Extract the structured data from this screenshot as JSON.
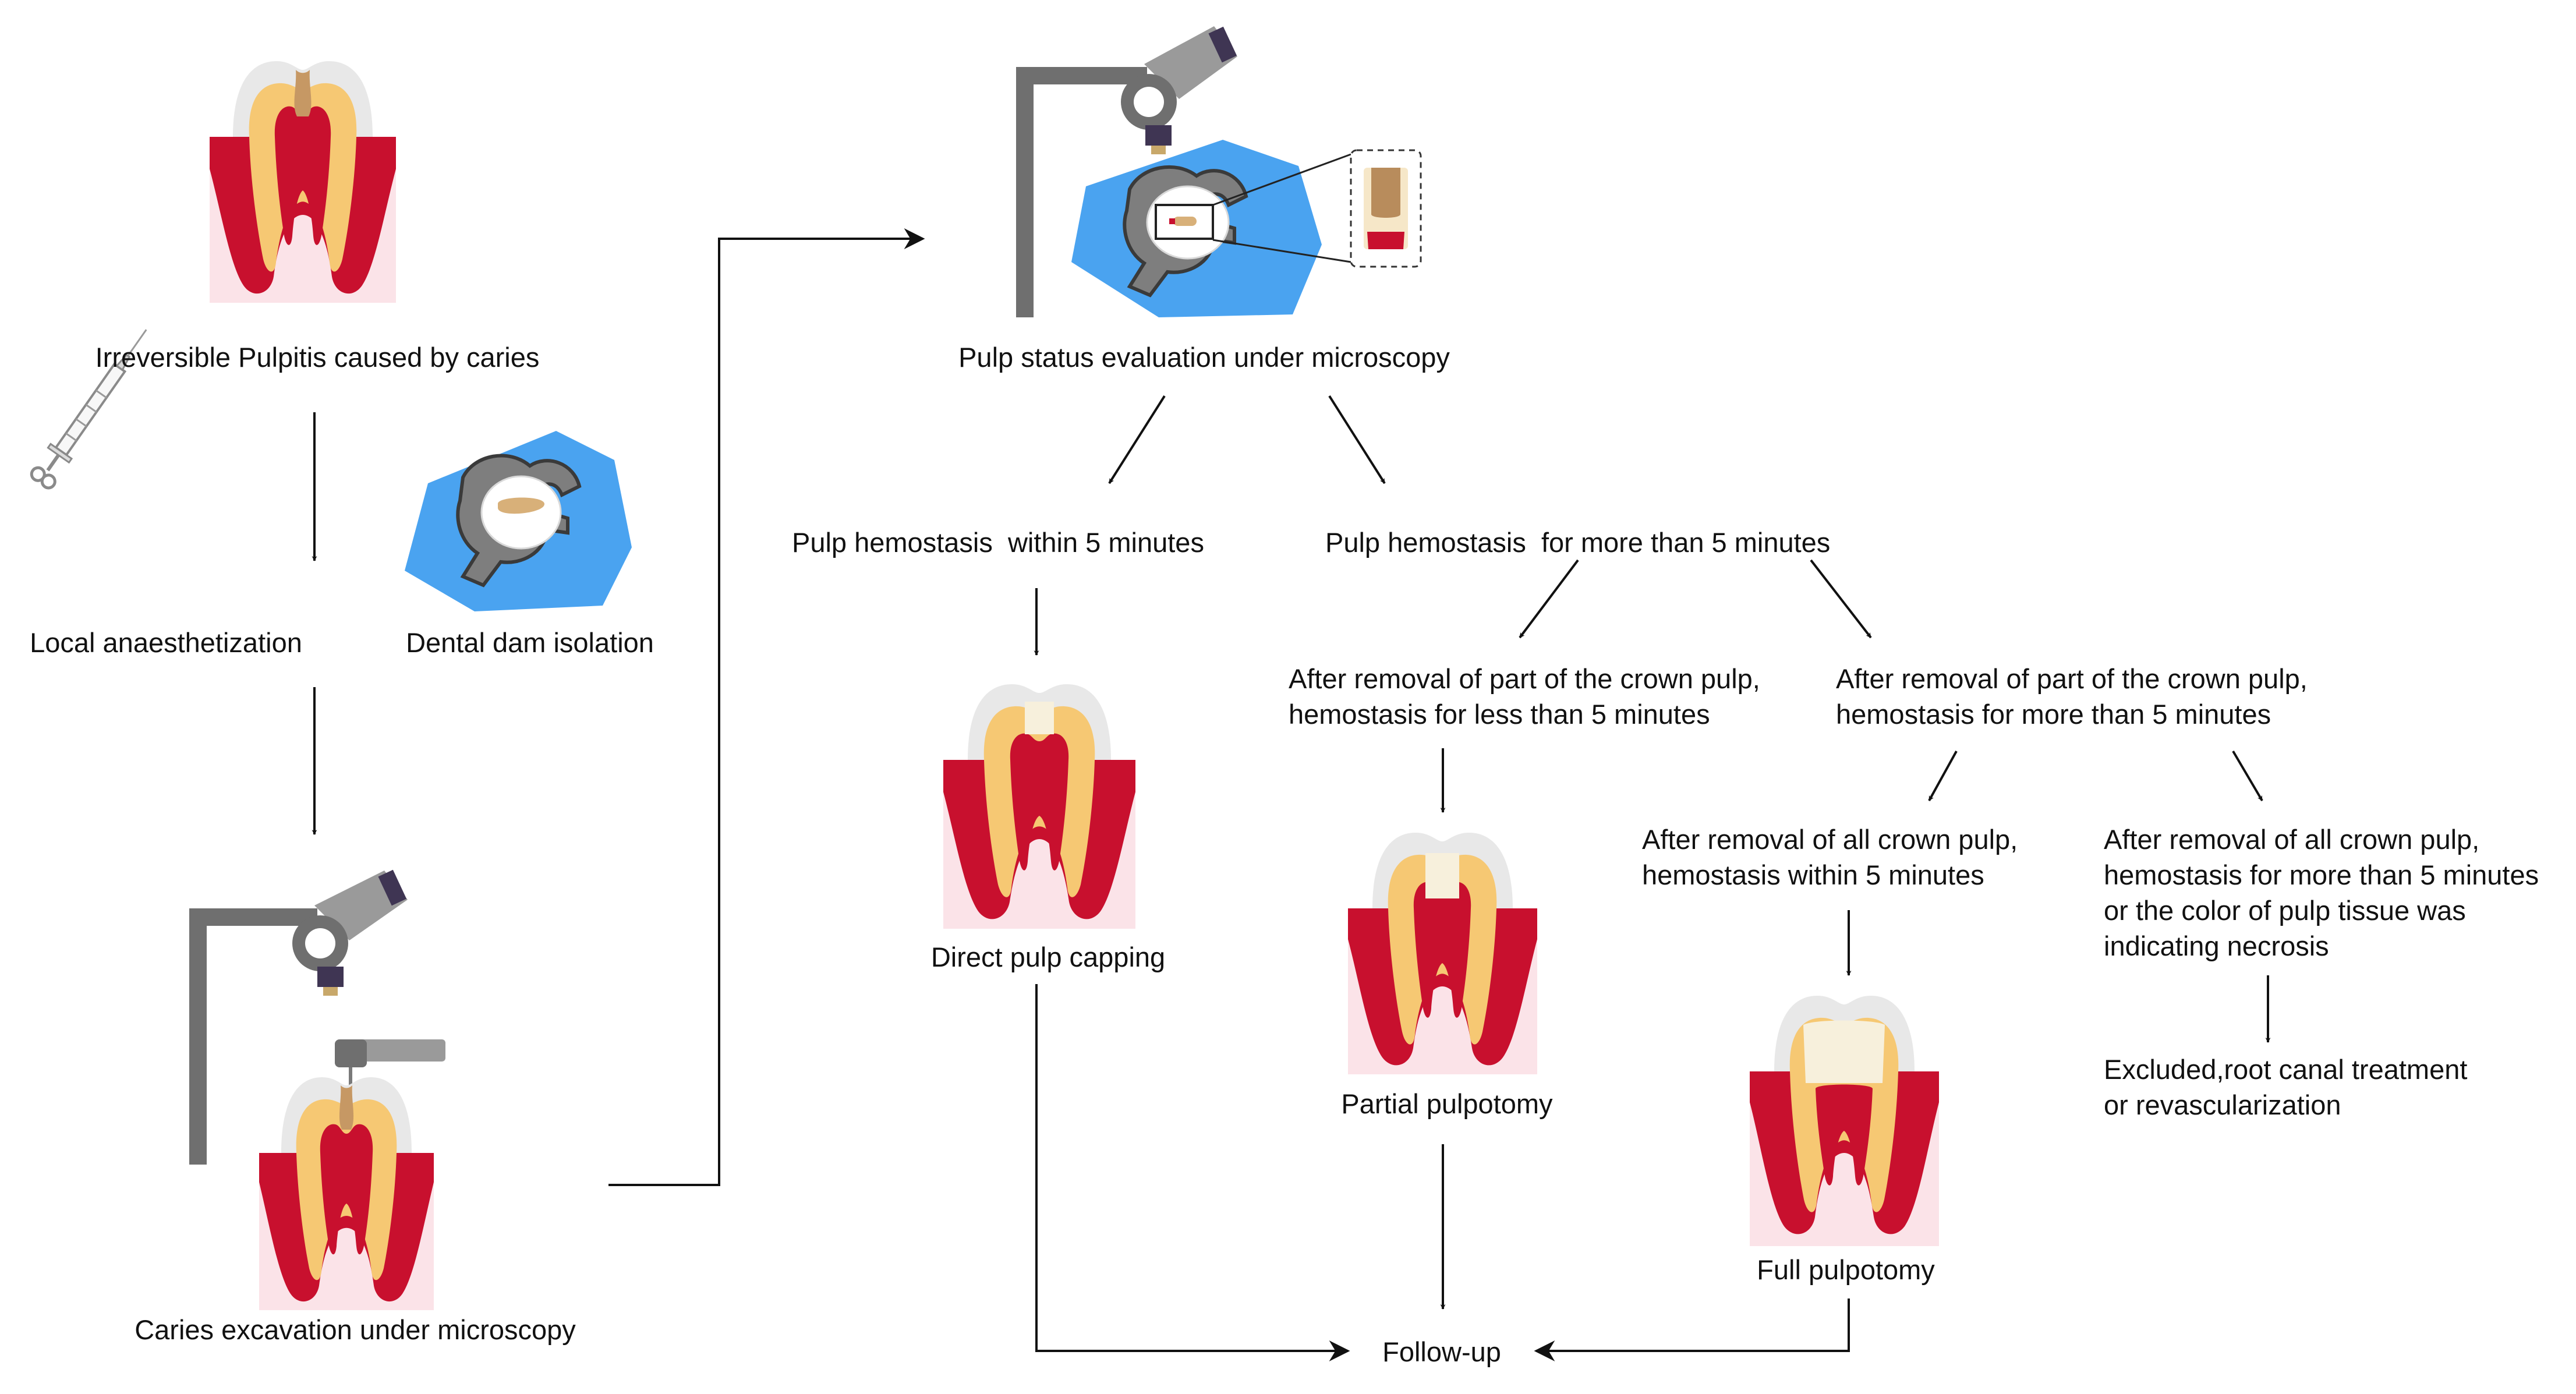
{
  "colors": {
    "gum": "#fbe3e8",
    "root_red": "#c8102e",
    "dentin": "#f6c873",
    "enamel": "#e8e8e8",
    "dam_blue": "#4aa3f0",
    "clamp_gray": "#7e7e7e",
    "microscope_gray": "#6f6f6f",
    "microscope_purple": "#3f3553",
    "caries_brown": "#b88c5c"
  },
  "labels": {
    "irreversible": "Irreversible Pulpitis caused by caries",
    "local_anaesthetization": "Local anaesthetization",
    "dental_dam": "Dental dam isolation",
    "caries_excavation": "Caries excavation under microscopy",
    "pulp_status": "Pulp status evaluation under microscopy",
    "hemostasis_within": "Pulp hemostasis  within 5 minutes",
    "hemostasis_more": "Pulp hemostasis  for more than 5 minutes",
    "direct_capping": "Direct pulp capping",
    "partial_removal_less": [
      "After removal of part of the crown pulp,",
      "hemostasis for less than 5 minutes"
    ],
    "partial_removal_more": [
      "After removal of part of the crown pulp,",
      "hemostasis for more than 5 minutes"
    ],
    "full_removal_within": [
      "After removal of all crown pulp,",
      "hemostasis within 5 minutes"
    ],
    "full_removal_more": [
      "After removal of all crown pulp,",
      "hemostasis for more than 5 minutes",
      "or the color of pulp tissue was",
      "indicating necrosis"
    ],
    "partial_pulpotomy": "Partial pulpotomy",
    "full_pulpotomy": "Full pulpotomy",
    "excluded": [
      "Excluded,root canal treatment",
      "or revascularization"
    ],
    "follow_up": "Follow-up"
  },
  "icons": [
    "tooth-caries-icon",
    "syringe-icon",
    "dental-dam-icon",
    "microscope-icon",
    "dental-handpiece-icon",
    "tooth-pulp-capping-icon",
    "tooth-partial-pulpotomy-icon",
    "tooth-full-pulpotomy-icon",
    "magnified-cavity-icon"
  ]
}
